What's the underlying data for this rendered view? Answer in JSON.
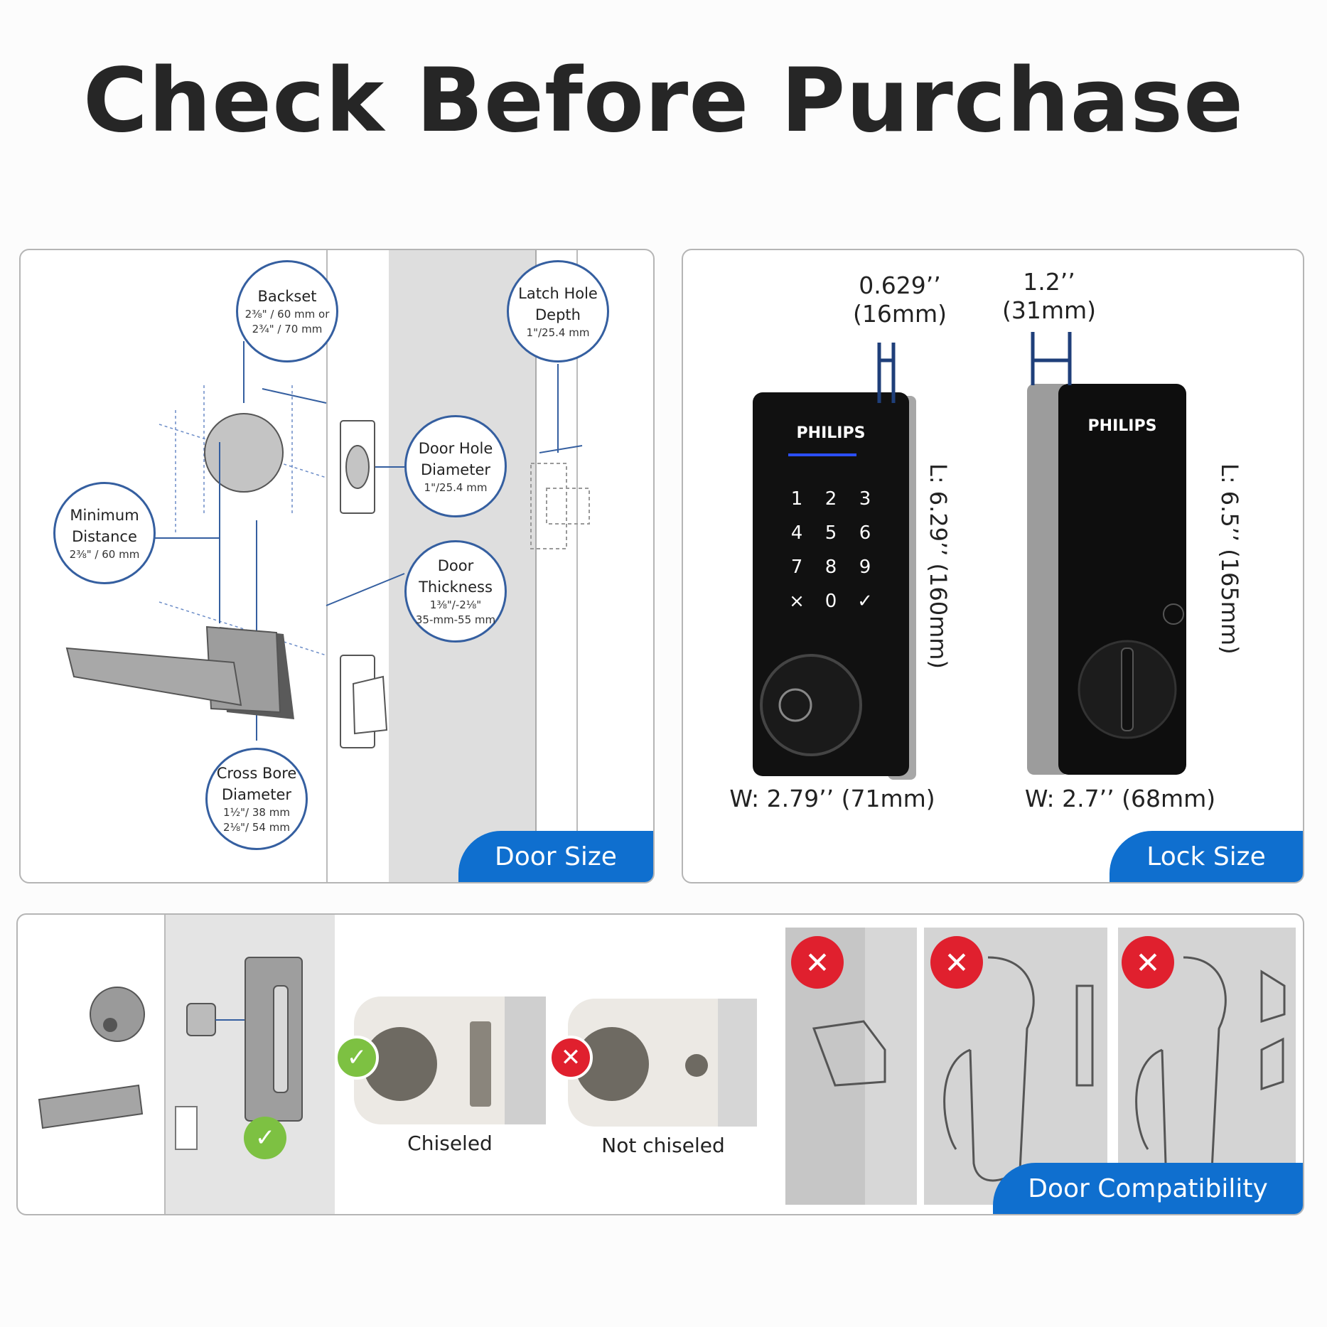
{
  "title": "Check Before Purchase",
  "door_size": {
    "label": "Door Size",
    "backset": {
      "name": "Backset",
      "v1": "2⅜\" / 60 mm or",
      "v2": "2¾\" / 70 mm"
    },
    "latch_depth": {
      "name1": "Latch Hole",
      "name2": "Depth",
      "value": "1\"/25.4 mm"
    },
    "door_hole": {
      "name1": "Door Hole",
      "name2": "Diameter",
      "value": "1\"/25.4 mm"
    },
    "min_distance": {
      "name1": "Minimum",
      "name2": "Distance",
      "value": "2⅜\" / 60 mm"
    },
    "thickness": {
      "name1": "Door",
      "name2": "Thickness",
      "v1": "1⅜\"/-2⅛\"",
      "v2": "35-mm-55 mm"
    },
    "cross_bore": {
      "name1": "Cross Bore",
      "name2": "Diameter",
      "v1": "1½\"/ 38 mm",
      "v2": "2⅛\"/ 54 mm"
    }
  },
  "lock_size": {
    "label": "Lock Size",
    "front": {
      "depth1": "0.629’’",
      "depth2": "(16mm)",
      "length": "L: 6.29’’ (160mm)",
      "width": "W: 2.79’’ (71mm)",
      "brand": "PHILIPS",
      "keys": [
        "1",
        "2",
        "3",
        "4",
        "5",
        "6",
        "7",
        "8",
        "9",
        "×",
        "0",
        "✓"
      ]
    },
    "back": {
      "depth1": "1.2’’",
      "depth2": "(31mm)",
      "length": "L: 6.5’’ (165mm)",
      "width": "W: 2.7’’ (68mm)",
      "brand": "PHILIPS"
    }
  },
  "compat": {
    "label": "Door Compatibility",
    "chiseled": "Chiseled",
    "not_chiseled": "Not chiseled"
  },
  "colors": {
    "accent": "#0f6fcf",
    "outline": "#355fa0",
    "ok": "#7dc142",
    "bad": "#e0202e"
  }
}
